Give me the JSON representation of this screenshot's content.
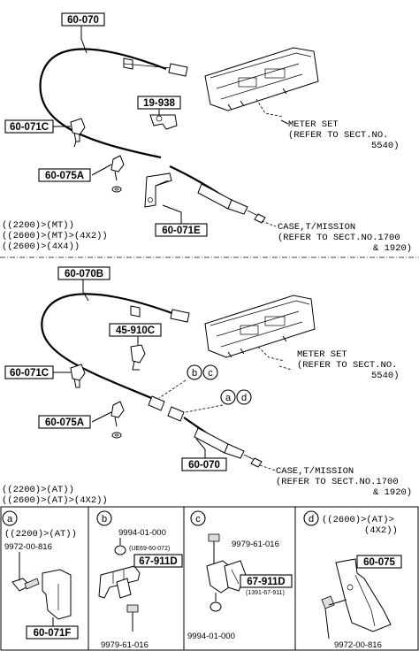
{
  "upper": {
    "cable_label": "60-070",
    "clip_label": "19-938",
    "clamp_label": "60-071C",
    "holder_label": "60-075A",
    "bracket_label": "60-071E",
    "meter_text": [
      "METER SET",
      "(REFER TO SECT.NO.",
      "5540)"
    ],
    "case_text": [
      "CASE,T/MISSION",
      "(REFER TO SECT.NO.1700",
      "& 1920)"
    ],
    "condition_lines": [
      "((2200)>(MT))",
      "((2600)>(MT)>(4X2))",
      "((2600)>(4X4))"
    ]
  },
  "lower": {
    "cable_label": "60-070B",
    "clip_label": "45-910C",
    "clamp_label": "60-071C",
    "holder_label": "60-075A",
    "cable2_label": "60-070",
    "callouts": [
      "b",
      "c",
      "a",
      "d"
    ],
    "meter_text": [
      "METER SET",
      "(REFER TO SECT.NO.",
      "5540)"
    ],
    "case_text": [
      "CASE,T/MISSION",
      "(REFER TO SECT.NO.1700",
      "& 1920)"
    ],
    "condition_lines": [
      "((2200)>(AT))",
      "((2600)>(AT)>(4X2))"
    ]
  },
  "details": {
    "a": {
      "letter": "a",
      "condition": "((2200)>(AT))",
      "bolt": "9972-00-816",
      "bracket": "60-071F"
    },
    "b": {
      "letter": "b",
      "top": "9994-01-000",
      "sub": "(UE69-60-072)",
      "clamp": "67-911D",
      "bottom": "9979-61-016"
    },
    "c": {
      "letter": "c",
      "bolt": "9979-61-016",
      "clamp": "67-911D",
      "sub": "(1391-67-911)",
      "bottom": "9994-01-000"
    },
    "d": {
      "letter": "d",
      "condition1": "((2600)>(AT)>",
      "condition2": "(4X2))",
      "bracket": "60-075",
      "bolt": "9972-00-816"
    }
  }
}
